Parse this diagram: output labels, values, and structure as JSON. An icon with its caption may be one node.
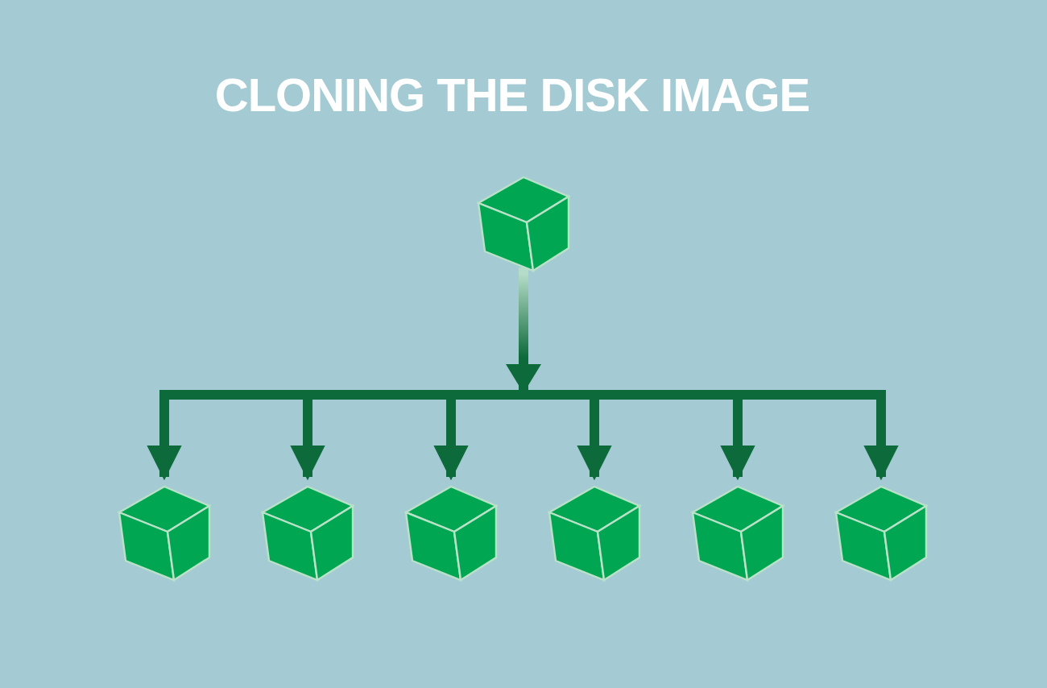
{
  "diagram": {
    "title": "CLONING THE DISK IMAGE",
    "nodes": [
      {
        "text": [],
        "shape": "cube"
      },
      {
        "text": [],
        "shape": "cube"
      },
      {
        "text": [],
        "shape": "cube"
      },
      {
        "text": [],
        "shape": "cube"
      },
      {
        "text": [],
        "shape": "cube"
      },
      {
        "text": [],
        "shape": "cube"
      },
      {
        "text": [],
        "shape": "cube"
      }
    ],
    "edges": [
      {
        "from": 0,
        "to": 1,
        "arrow": "to"
      },
      {
        "from": 0,
        "to": 2,
        "arrow": "to"
      },
      {
        "from": 0,
        "to": 3,
        "arrow": "to"
      },
      {
        "from": 0,
        "to": 4,
        "arrow": "to"
      },
      {
        "from": 0,
        "to": 5,
        "arrow": "to"
      },
      {
        "from": 0,
        "to": 6,
        "arrow": "to"
      }
    ]
  }
}
